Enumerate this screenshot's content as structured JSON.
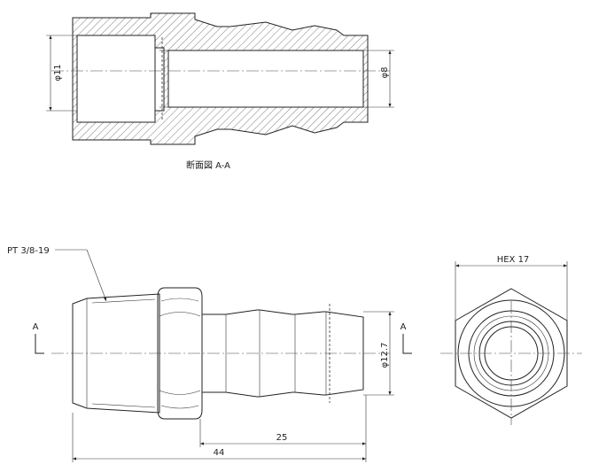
{
  "section_caption": "断面図 A-A",
  "section_marker": "A",
  "dims": {
    "bore_dia": "φ11",
    "tip_dia": "φ8",
    "barb_dia": "φ12.7",
    "len_overall": "44",
    "len_barb": "25",
    "hex": "HEX 17"
  },
  "thread_callout": "PT 3/8-19"
}
